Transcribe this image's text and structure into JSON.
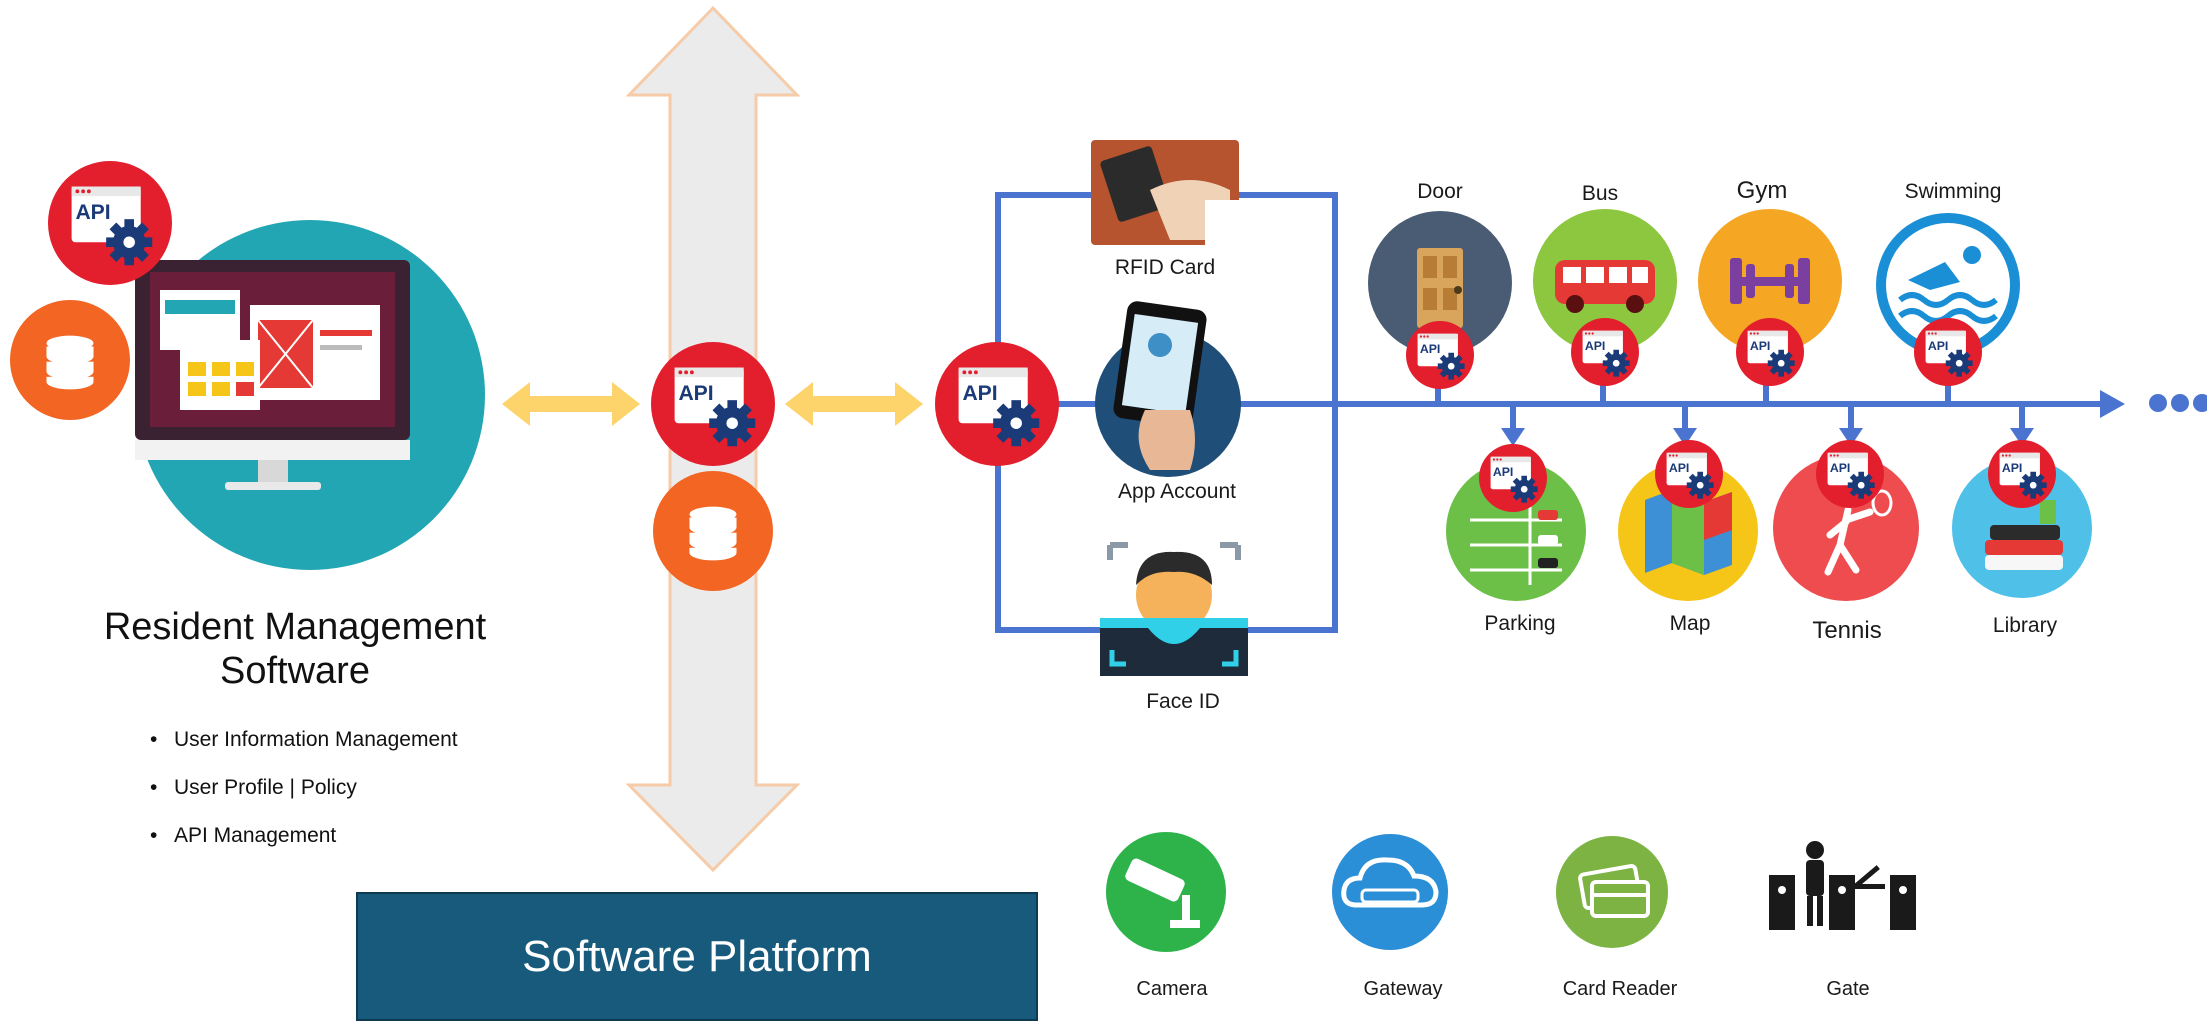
{
  "resident_software": {
    "title_line1": "Resident Management",
    "title_line2": "Software",
    "bullets": [
      "User Information Management",
      "User Profile | Policy",
      "API Management"
    ]
  },
  "platform": {
    "label": "Software Platform"
  },
  "api_badge_text": "API",
  "credentials": [
    {
      "label": "RFID Card",
      "icon": "rfid-card-icon"
    },
    {
      "label": "App Account",
      "icon": "smartphone-app-icon"
    },
    {
      "label": "Face ID",
      "icon": "face-scan-icon"
    }
  ],
  "services_top": [
    {
      "label": "Door",
      "icon": "door-icon",
      "color": "#4a5b74"
    },
    {
      "label": "Bus",
      "icon": "bus-icon",
      "color": "#8dc63f"
    },
    {
      "label": "Gym",
      "icon": "dumbbell-icon",
      "color": "#f5a623"
    },
    {
      "label": "Swimming",
      "icon": "swimmer-icon",
      "color": "#1a8fd6"
    }
  ],
  "services_bottom": [
    {
      "label": "Parking",
      "icon": "parking-icon",
      "color": "#6cbf47"
    },
    {
      "label": "Map",
      "icon": "map-icon",
      "color": "#f5c518"
    },
    {
      "label": "Tennis",
      "icon": "tennis-player-icon",
      "color": "#ee4c4f"
    },
    {
      "label": "Library",
      "icon": "books-icon",
      "color": "#4fc1e9"
    }
  ],
  "devices": [
    {
      "label": "Camera",
      "icon": "security-camera-icon",
      "color": "#2db34a"
    },
    {
      "label": "Gateway",
      "icon": "cloud-gateway-icon",
      "color": "#2a8fd6"
    },
    {
      "label": "Card Reader",
      "icon": "card-reader-icon",
      "color": "#7cb342"
    },
    {
      "label": "Gate",
      "icon": "turnstile-gate-icon",
      "color": "#1a1a1a"
    }
  ],
  "colors": {
    "connector_blue": "#4a74d0",
    "link_arrow_yellow": "#fdd36b",
    "api_red": "#e31e2d",
    "database_orange": "#f26522",
    "monitor_teal": "#22a6b3",
    "platform_blue": "#175a7b"
  }
}
